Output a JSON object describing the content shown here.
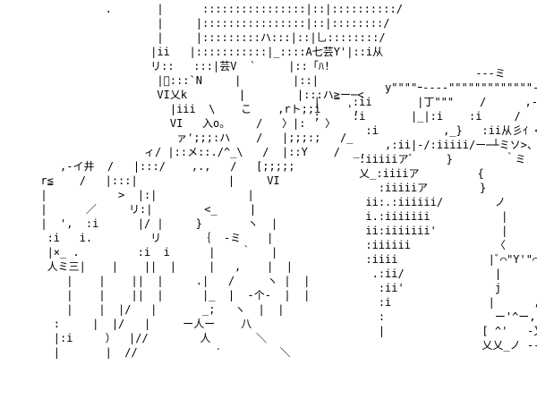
{
  "art": {
    "left_figure": [
      "                .       |      ::::::::::::::::|::|::::::::::/",
      "                        |     |::::::::::::::::|::|::::::::/",
      "                        |     |:::::::::ハ:::|::|乚::::::::/",
      "                       |ii   |:::::::::::|_::::A七芸Y'|::i从",
      "                       リ::   :::|芸V  `     |::「ﾊ!",
      "                        |ﾞ:::`N     |        |::|",
      "                        VI乂k        |        |:::ハ≧ー─<",
      "                          |iii  \\    こ    ,rト;;i    ',",
      "                          VI   入o。    /   〉|:   〉",
      "                           ァ';;;:ハ    /   |;;;:;   /_",
      "                      ィ/ |::メ::./^_\\   /  |::Y    /  _,",
      "         ,-イ井  /   |:::/    ,.,   /   [;;;;;",
      "      r≦    /   |:::|              |     VI",
      "      |           >  |:|              |",
      "      |      ／     リ:|        <_     |",
      "      |  ',  :i      |/ |     }       ヽ  |",
      "       :i   i.         リ      ｛  -ミ    |",
      "       |×_ .         :i  i      |    ｀   |",
      "       人ミ三|    |    ||  |     |   ,    |  |",
      "          |    |    ||  |     .|   /     ヽ |  |",
      "          |    |    ||  |      |_  |  -个-  |  |",
      "          |    |  |/   |       _;   ヽ  |  |",
      "        :     |  |/   |     ー人ー    八",
      "        |:i     ）  |//        人       ＼",
      "        |       |  //            ′         ＼"
    ],
    "right_figure": [
      "                                ---ミ",
      "                  y\"\"\"\"ｰ--‐‐\"\"\"\"\"\"\"\"\"\"\"\"\"‐'' ー       \\",
      "       |     :ii       |丁\"\"\"    /      ,-‐ ー ＿       \\",
      "       ;     :i       |_|:i    :i     /     ,ィ[==}×、    \\",
      "               :i          ,_}   :ii从彡ｲ <＿         \\",
      "                  ,:ii|-/:iiiii/ー─┴ミソ>、  /",
      "              :iiiiiアﾞ     }        ｀ミ  /",
      "              乂_:iiiiア         {            /",
      "                 :iiiiiア        }           /",
      "               ii:.:iiiiii/        ノ          /",
      "               i.:iiiiiii           |         /",
      "               ii:iiiiiii'          |        /",
      "               :iiiiii             〈       ′",
      "               :iiii              |ﾞ⌒\"Y'\"⌒y",
      "                .:ii/              |       }",
      "                 :ii'              j       i",
      "                 :i               |      ,|",
      "                 :                 ー'^ー,",
      "                 |               [ ^'   -又]",
      "                                 乂乂_ノ -‐"
    ]
  }
}
